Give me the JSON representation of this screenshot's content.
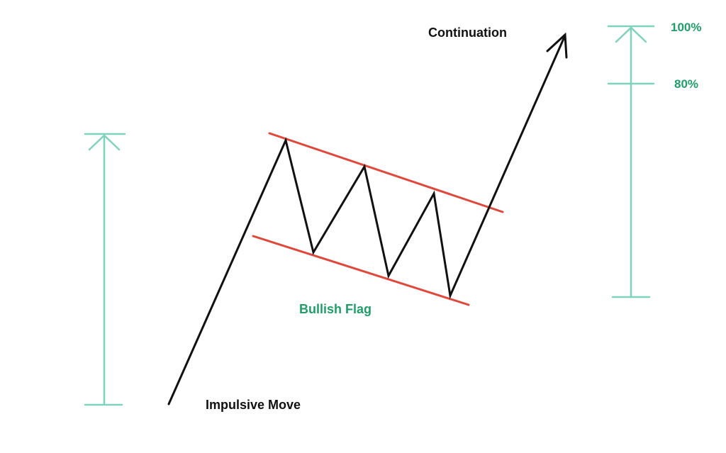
{
  "labels": {
    "continuation": "Continuation",
    "bullish_flag": "Bullish Flag",
    "impulsive_move": "Impulsive Move",
    "target_100": "100%",
    "target_80": "80%"
  },
  "colors": {
    "price_line": "#111111",
    "flag_channel": "#e0483b",
    "measure": "#7fd3bc",
    "label_text": "#111111",
    "label_accent": "#1f9e6a"
  }
}
